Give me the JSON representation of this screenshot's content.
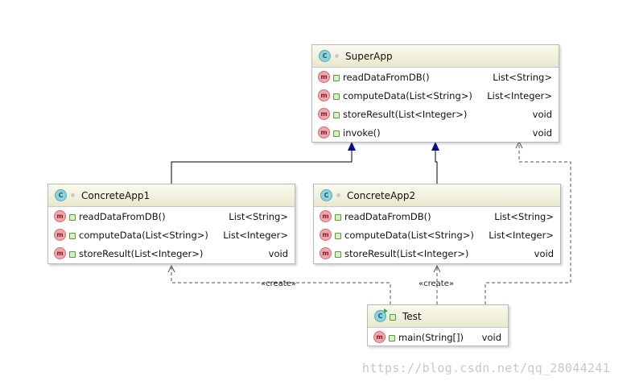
{
  "super_app": {
    "name": "SuperApp",
    "methods": [
      {
        "name": "readDataFromDB()",
        "ret": "List<String>"
      },
      {
        "name": "computeData(List<String>)",
        "ret": "List<Integer>"
      },
      {
        "name": "storeResult(List<Integer>)",
        "ret": "void"
      },
      {
        "name": "invoke()",
        "ret": "void"
      }
    ]
  },
  "concrete_app1": {
    "name": "ConcreteApp1",
    "methods": [
      {
        "name": "readDataFromDB()",
        "ret": "List<String>"
      },
      {
        "name": "computeData(List<String>)",
        "ret": "List<Integer>"
      },
      {
        "name": "storeResult(List<Integer>)",
        "ret": "void"
      }
    ]
  },
  "concrete_app2": {
    "name": "ConcreteApp2",
    "methods": [
      {
        "name": "readDataFromDB()",
        "ret": "List<String>"
      },
      {
        "name": "computeData(List<String>)",
        "ret": "List<Integer>"
      },
      {
        "name": "storeResult(List<Integer>)",
        "ret": "void"
      }
    ]
  },
  "test": {
    "name": "Test",
    "methods": [
      {
        "name": "main(String[])",
        "ret": "void"
      }
    ]
  },
  "labels": {
    "create1": "«create»",
    "create2": "«create»"
  },
  "icons": {
    "class": "C",
    "method": "m"
  },
  "watermark": "https://blog.csdn.net/qq_28044241",
  "colors": {
    "inherit_arrow": "#0a0a8c",
    "header_top": "#fbfbee",
    "header_bottom": "#e8e8cf"
  }
}
